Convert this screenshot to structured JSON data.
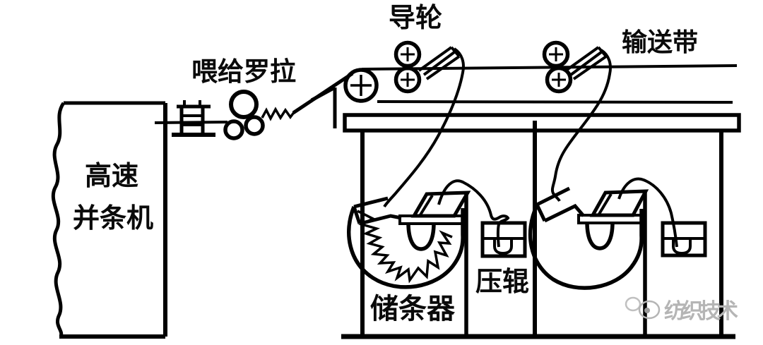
{
  "diagram": {
    "background": "#ffffff",
    "line_color": "#000000",
    "labels": {
      "feed_roller": "喂给罗拉",
      "guide_wheel": "导轮",
      "conveyor_belt": "输送带",
      "machine_name_line1": "高速",
      "machine_name_line2": "并条机",
      "sliver_storage": "储条器",
      "pressure_roller": "压辊"
    },
    "watermark": {
      "text": "纺织技术",
      "color": "#b5b5b5"
    }
  }
}
